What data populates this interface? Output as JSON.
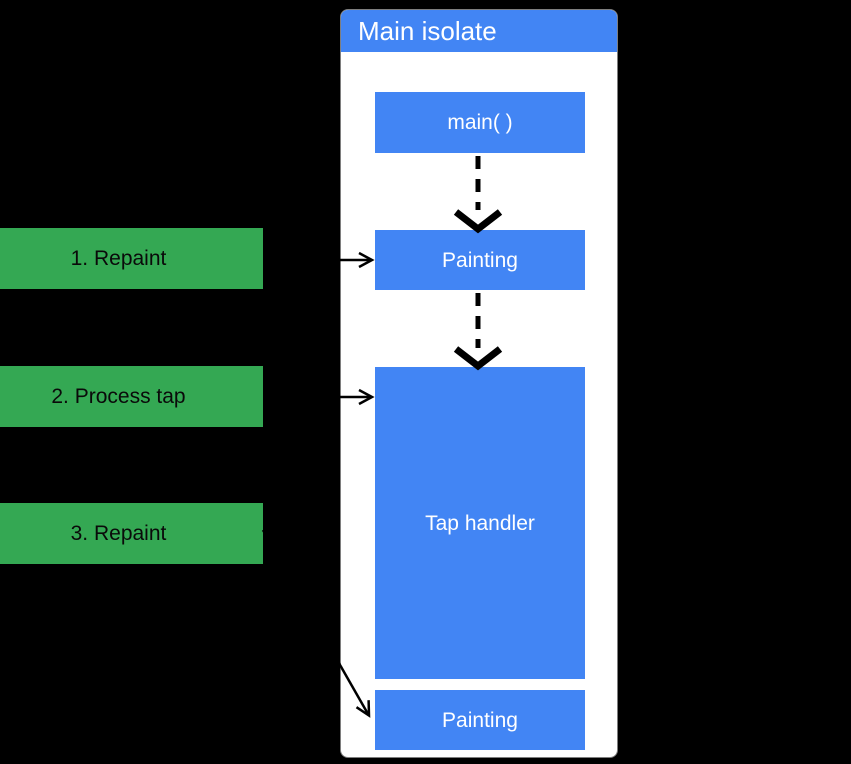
{
  "colors": {
    "blue": "#4285F4",
    "green": "#34A853",
    "panel_bg": "#FFFFFF",
    "canvas_bg": "#000000",
    "arrow": "#000000",
    "text_on_blue": "#FFFFFF",
    "text_on_green": "#0A0A0A"
  },
  "main_isolate": {
    "title": "Main isolate",
    "nodes": [
      {
        "id": "main",
        "label": "main( )"
      },
      {
        "id": "painting-1",
        "label": "Painting"
      },
      {
        "id": "tap-handler",
        "label": "Tap handler"
      },
      {
        "id": "painting-2",
        "label": "Painting"
      }
    ]
  },
  "events": [
    {
      "label": "1. Repaint"
    },
    {
      "label": "2. Process tap"
    },
    {
      "label": "3. Repaint"
    }
  ]
}
